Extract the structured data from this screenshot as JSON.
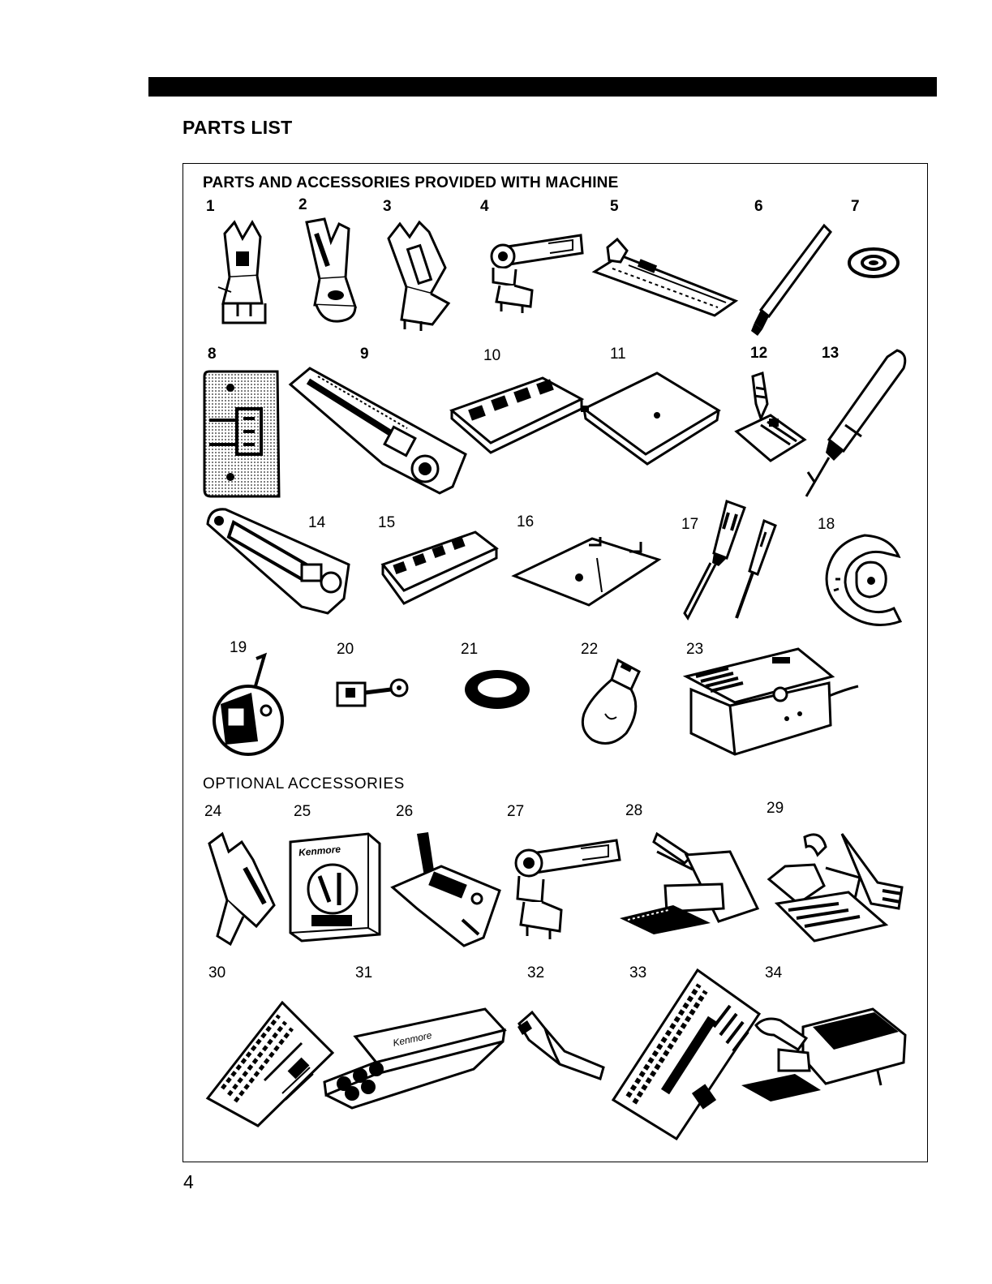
{
  "page": {
    "title": "PARTS LIST",
    "page_number": "4"
  },
  "provided": {
    "heading": "PARTS AND ACCESSORIES PROVIDED WITH MACHINE",
    "parts": [
      {
        "number": "1",
        "icon": "presser-foot-icon"
      },
      {
        "number": "2",
        "icon": "presser-foot-icon"
      },
      {
        "number": "3",
        "icon": "presser-foot-icon"
      },
      {
        "number": "4",
        "icon": "buttonhole-attachment-icon"
      },
      {
        "number": "5",
        "icon": "buttonhole-foot-icon"
      },
      {
        "number": "6",
        "icon": "brush-icon"
      },
      {
        "number": "7",
        "icon": "spool-disc-icon"
      },
      {
        "number": "8",
        "icon": "feed-cover-plate-icon"
      },
      {
        "number": "9",
        "icon": "buttonhole-guide-icon"
      },
      {
        "number": "10",
        "icon": "pattern-cam-icon"
      },
      {
        "number": "11",
        "icon": "bobbin-cover-icon"
      },
      {
        "number": "12",
        "icon": "zipper-foot-icon"
      },
      {
        "number": "13",
        "icon": "seam-ripper-icon"
      },
      {
        "number": "14",
        "icon": "buttonhole-guide-icon"
      },
      {
        "number": "15",
        "icon": "pattern-cam-icon"
      },
      {
        "number": "16",
        "icon": "slide-plate-icon"
      },
      {
        "number": "17",
        "icon": "screwdriver-icon"
      },
      {
        "number": "18",
        "icon": "hook-race-icon"
      },
      {
        "number": "19",
        "icon": "bobbin-case-icon"
      },
      {
        "number": "20",
        "icon": "thumb-screw-icon"
      },
      {
        "number": "21",
        "icon": "spool-pin-felt-icon"
      },
      {
        "number": "22",
        "icon": "light-bulb-icon"
      },
      {
        "number": "23",
        "icon": "foot-control-icon"
      }
    ]
  },
  "optional": {
    "heading": "OPTIONAL ACCESSORIES",
    "parts": [
      {
        "number": "24",
        "icon": "presser-foot-icon"
      },
      {
        "number": "25",
        "icon": "accessory-box-icon",
        "text": "Kenmore"
      },
      {
        "number": "26",
        "icon": "blind-hem-foot-icon"
      },
      {
        "number": "27",
        "icon": "buttonhole-attachment-icon"
      },
      {
        "number": "28",
        "icon": "walking-foot-icon"
      },
      {
        "number": "29",
        "icon": "ruffler-icon"
      },
      {
        "number": "30",
        "icon": "needle-pack-icon"
      },
      {
        "number": "31",
        "icon": "bobbin-box-icon",
        "text": "Kenmore"
      },
      {
        "number": "32",
        "icon": "edge-guide-icon"
      },
      {
        "number": "33",
        "icon": "needle-pack-icon"
      },
      {
        "number": "34",
        "icon": "overlock-foot-icon"
      }
    ]
  }
}
